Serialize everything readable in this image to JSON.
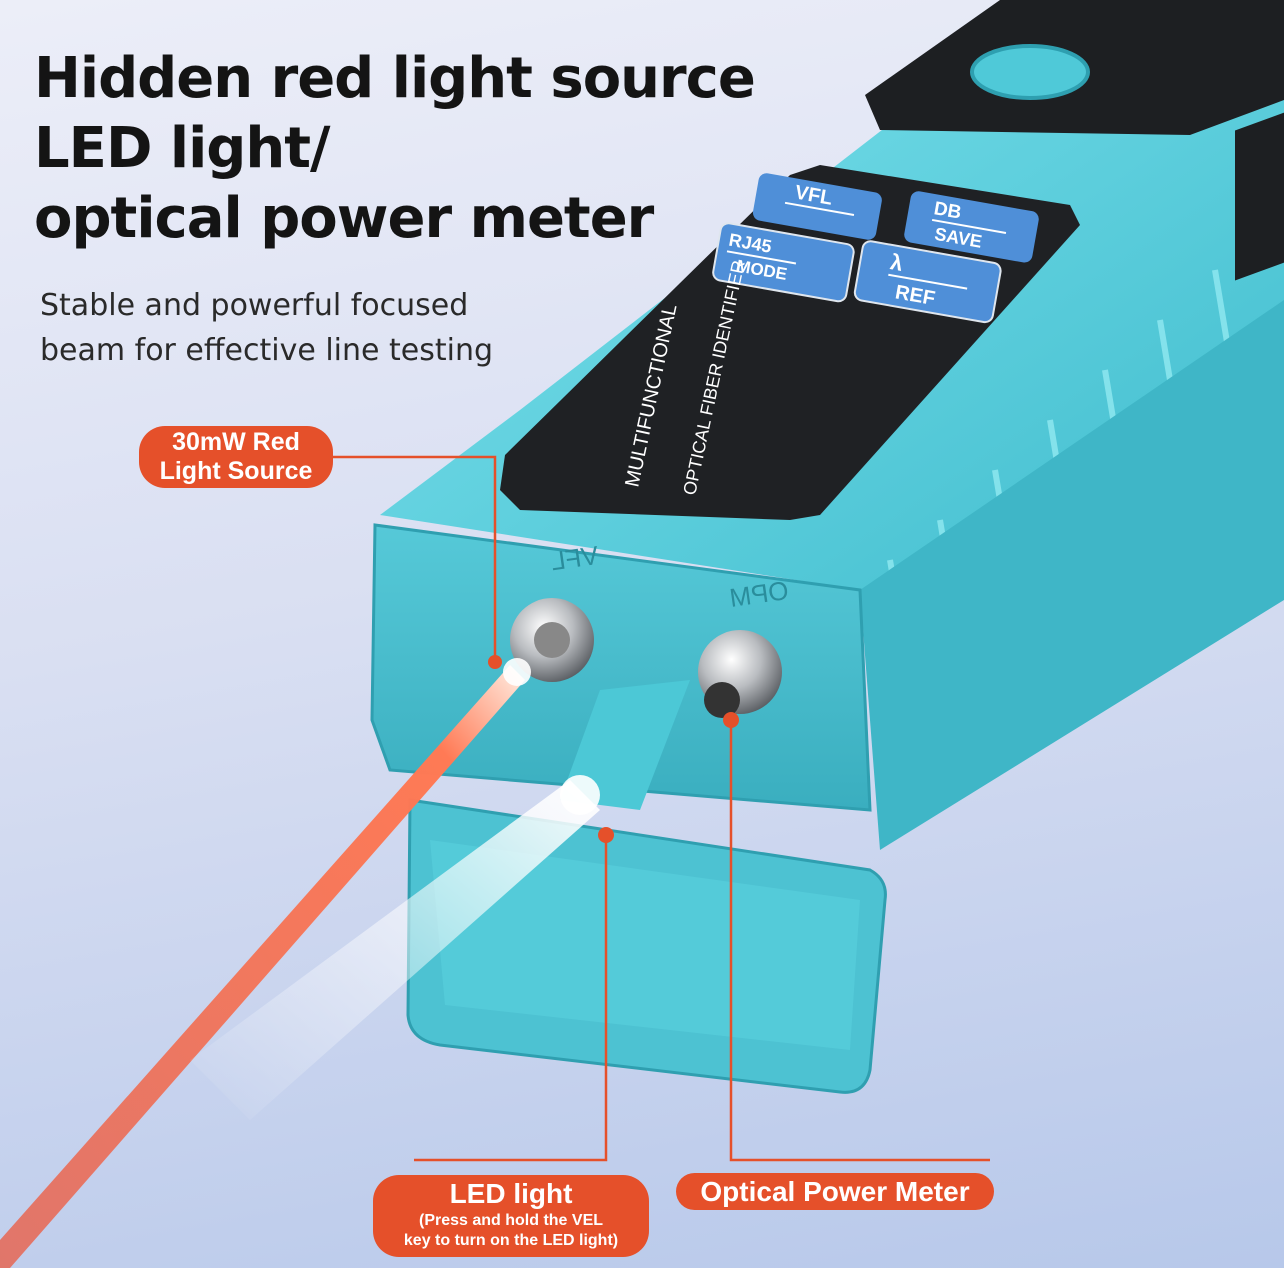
{
  "headline": {
    "lines": [
      "Hidden red light source",
      "LED light/",
      "optical power meter"
    ]
  },
  "subtitle": {
    "lines": [
      "Stable and powerful focused",
      "beam for effective line testing"
    ]
  },
  "device": {
    "panel_text_1": "MULTIFUNCTIONAL",
    "panel_text_2": "OPTICAL FIBER IDENTIFIER",
    "keys": [
      {
        "top": "VFL",
        "bottom": ""
      },
      {
        "top": "DB",
        "bottom": "SAVE"
      },
      {
        "top": "RJ45",
        "bottom": "MODE"
      },
      {
        "top": "λ",
        "bottom": "REF"
      }
    ],
    "port_vfl_label": "VFL",
    "port_opm_label": "OPM",
    "body_color": "#5fd3e0",
    "key_color": "#4f8fd8"
  },
  "callouts": {
    "red_light": {
      "line1": "30mW Red",
      "line2": "Light Source"
    },
    "led_light": {
      "title": "LED light",
      "note_line1": "(Press and hold the VEL",
      "note_line2": "key to turn on the LED light)"
    },
    "power_meter": {
      "title": "Optical Power Meter"
    },
    "accent_color": "#e5502a"
  }
}
